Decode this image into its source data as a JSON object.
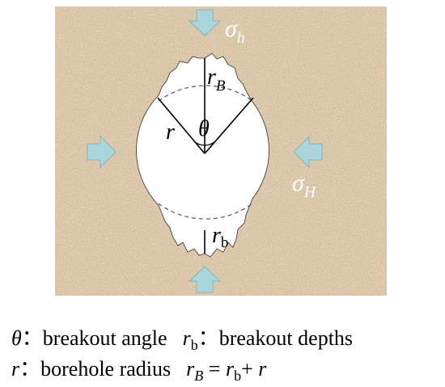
{
  "diagram": {
    "stress_labels": {
      "sigma_h": {
        "base": "σ",
        "sub": "h"
      },
      "sigma_H": {
        "base": "σ",
        "sub": "H"
      }
    },
    "labels": {
      "r": "r",
      "theta": "θ",
      "rB": {
        "base": "r",
        "sub": "B"
      },
      "rb": {
        "base": "r",
        "sub": "b"
      }
    },
    "colors": {
      "rock_base": "#8a7a68",
      "arrow_fill": "#a9d6da",
      "arrow_stroke": "#7fb5bb",
      "label_white": "#ffffff",
      "line": "#000000"
    }
  },
  "legend": {
    "theta_sym": "θ",
    "theta_text": "：breakout angle",
    "rb_sym": "r",
    "rb_sub": "b",
    "rb_text": "：breakout depths",
    "r_sym": "r",
    "r_text": "：borehole radius",
    "formula_r": "r",
    "formula_B": "B",
    "formula_eq": "=",
    "formula_rb": "r",
    "formula_b": "b",
    "formula_plus": "+",
    "formula_r2": "r"
  }
}
